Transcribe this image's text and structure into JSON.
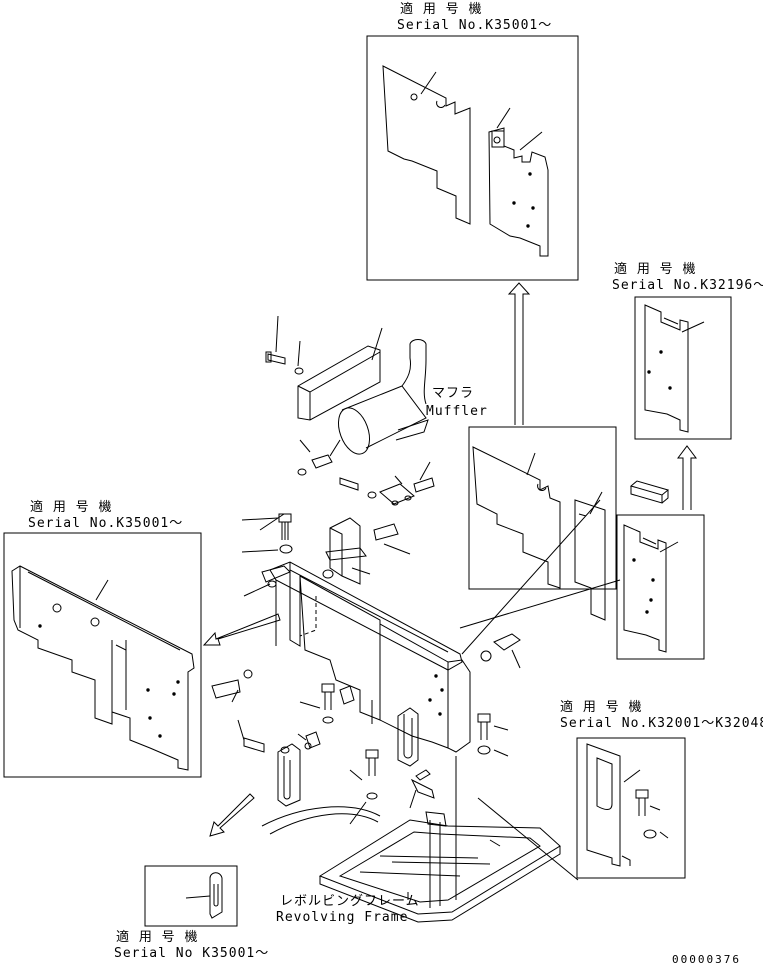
{
  "callouts": {
    "top_panel": {
      "jp": "適 用 号 機",
      "serial": "Serial No.K35001～"
    },
    "right_top_panel": {
      "jp": "適 用 号 機",
      "serial": "Serial No.K32196～"
    },
    "left_panel": {
      "jp": "適 用 号 機",
      "serial": "Serial No.K35001～"
    },
    "right_lower_panel": {
      "jp": "適 用 号 機",
      "serial": "Serial No.K32001～K32048"
    },
    "bottom_bracket": {
      "jp": "適 用 号 機",
      "serial": "Serial No K35001～"
    }
  },
  "labels": {
    "muffler_jp": "マフラ",
    "muffler_en": "Muffler",
    "frame_jp": "レボルビングフレーム",
    "frame_en": "Revolving Frame"
  },
  "drawing_number": "00000376"
}
